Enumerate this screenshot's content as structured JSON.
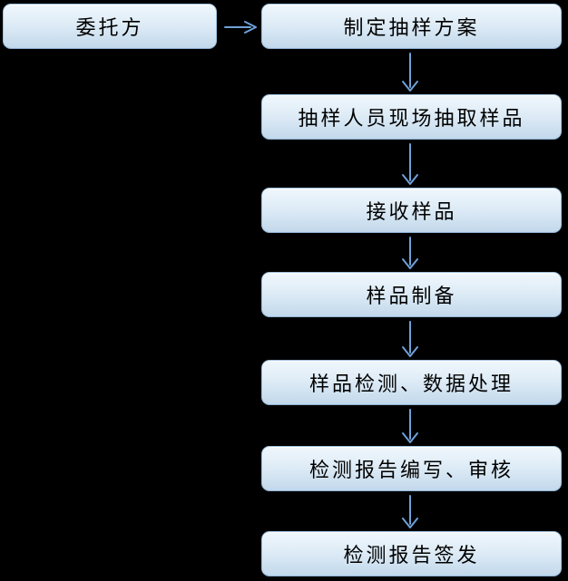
{
  "diagram": {
    "type": "flowchart",
    "background": "#000000"
  },
  "nodes": [
    {
      "label": "委托方"
    },
    {
      "label": "制定抽样方案"
    },
    {
      "label": "抽样人员现场抽取样品"
    },
    {
      "label": "接收样品"
    },
    {
      "label": "样品制备"
    },
    {
      "label": "样品检测、数据处理"
    },
    {
      "label": "检测报告编写、审核"
    },
    {
      "label": "检测报告签发"
    }
  ],
  "edges": [
    {
      "from": "委托方",
      "to": "制定抽样方案",
      "direction": "right"
    },
    {
      "from": "制定抽样方案",
      "to": "抽样人员现场抽取样品",
      "direction": "down"
    },
    {
      "from": "抽样人员现场抽取样品",
      "to": "接收样品",
      "direction": "down"
    },
    {
      "from": "接收样品",
      "to": "样品制备",
      "direction": "down"
    },
    {
      "from": "样品制备",
      "to": "样品检测、数据处理",
      "direction": "down"
    },
    {
      "from": "样品检测、数据处理",
      "to": "检测报告编写、审核",
      "direction": "down"
    },
    {
      "from": "检测报告编写、审核",
      "to": "检测报告签发",
      "direction": "down"
    }
  ],
  "colors": {
    "background": "#000000",
    "arrow": "#6FA1D9",
    "box_border": "#9FC0DD",
    "box_fill_top": "#F0F7FC",
    "box_fill_bottom": "#C2D8EB",
    "text": "#000000"
  }
}
